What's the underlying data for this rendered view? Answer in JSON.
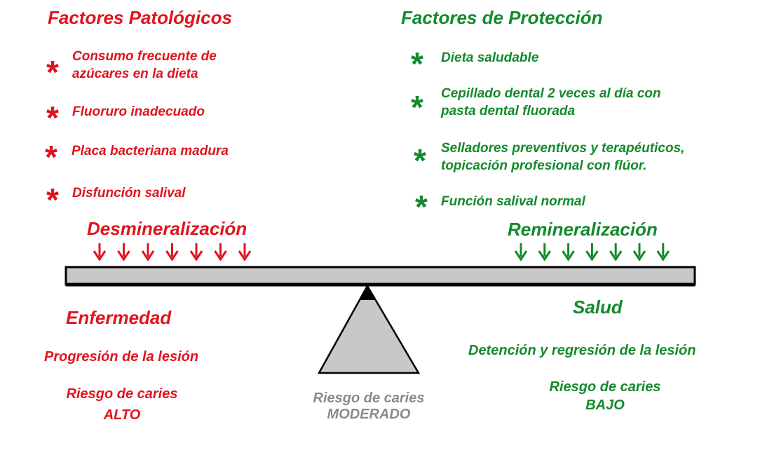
{
  "colors": {
    "pathologic": "#e0141e",
    "protective": "#138a2c",
    "neutral": "#8a8a8a",
    "beam": "#c8c8c8",
    "outline": "#000000"
  },
  "left_panel": {
    "title": "Factores Patológicos",
    "items": [
      {
        "line1": "Consumo frecuente de",
        "line2": "azúcares en la dieta"
      },
      {
        "line1": "Fluoruro inadecuado"
      },
      {
        "line1": "Placa bacteriana madura"
      },
      {
        "line1": "Disfunción salival"
      }
    ],
    "bullet": "*"
  },
  "right_panel": {
    "title": "Factores de Protección",
    "items": [
      {
        "line1": "Dieta saludable"
      },
      {
        "line1": "Cepillado dental 2 veces al día con",
        "line2": "pasta dental fluorada"
      },
      {
        "line1": "Selladores preventivos y terapéuticos,",
        "line2": "topicación profesional con flúor."
      },
      {
        "line1": "Función salival normal"
      }
    ],
    "bullet": "*"
  },
  "scale": {
    "left_label": "Desmineralización",
    "right_label": "Remineralización",
    "left_arrow_count": 7,
    "right_arrow_count": 7
  },
  "outcomes": {
    "left": {
      "state": "Enfermedad",
      "effect": "Progresión de la lesión",
      "risk_label": "Riesgo de caries",
      "risk_level": "ALTO"
    },
    "center": {
      "risk_label": "Riesgo de caries",
      "risk_level": "MODERADO"
    },
    "right": {
      "state": "Salud",
      "effect": "Detención y regresión de la lesión",
      "risk_label": "Riesgo de caries",
      "risk_level": "BAJO"
    }
  }
}
